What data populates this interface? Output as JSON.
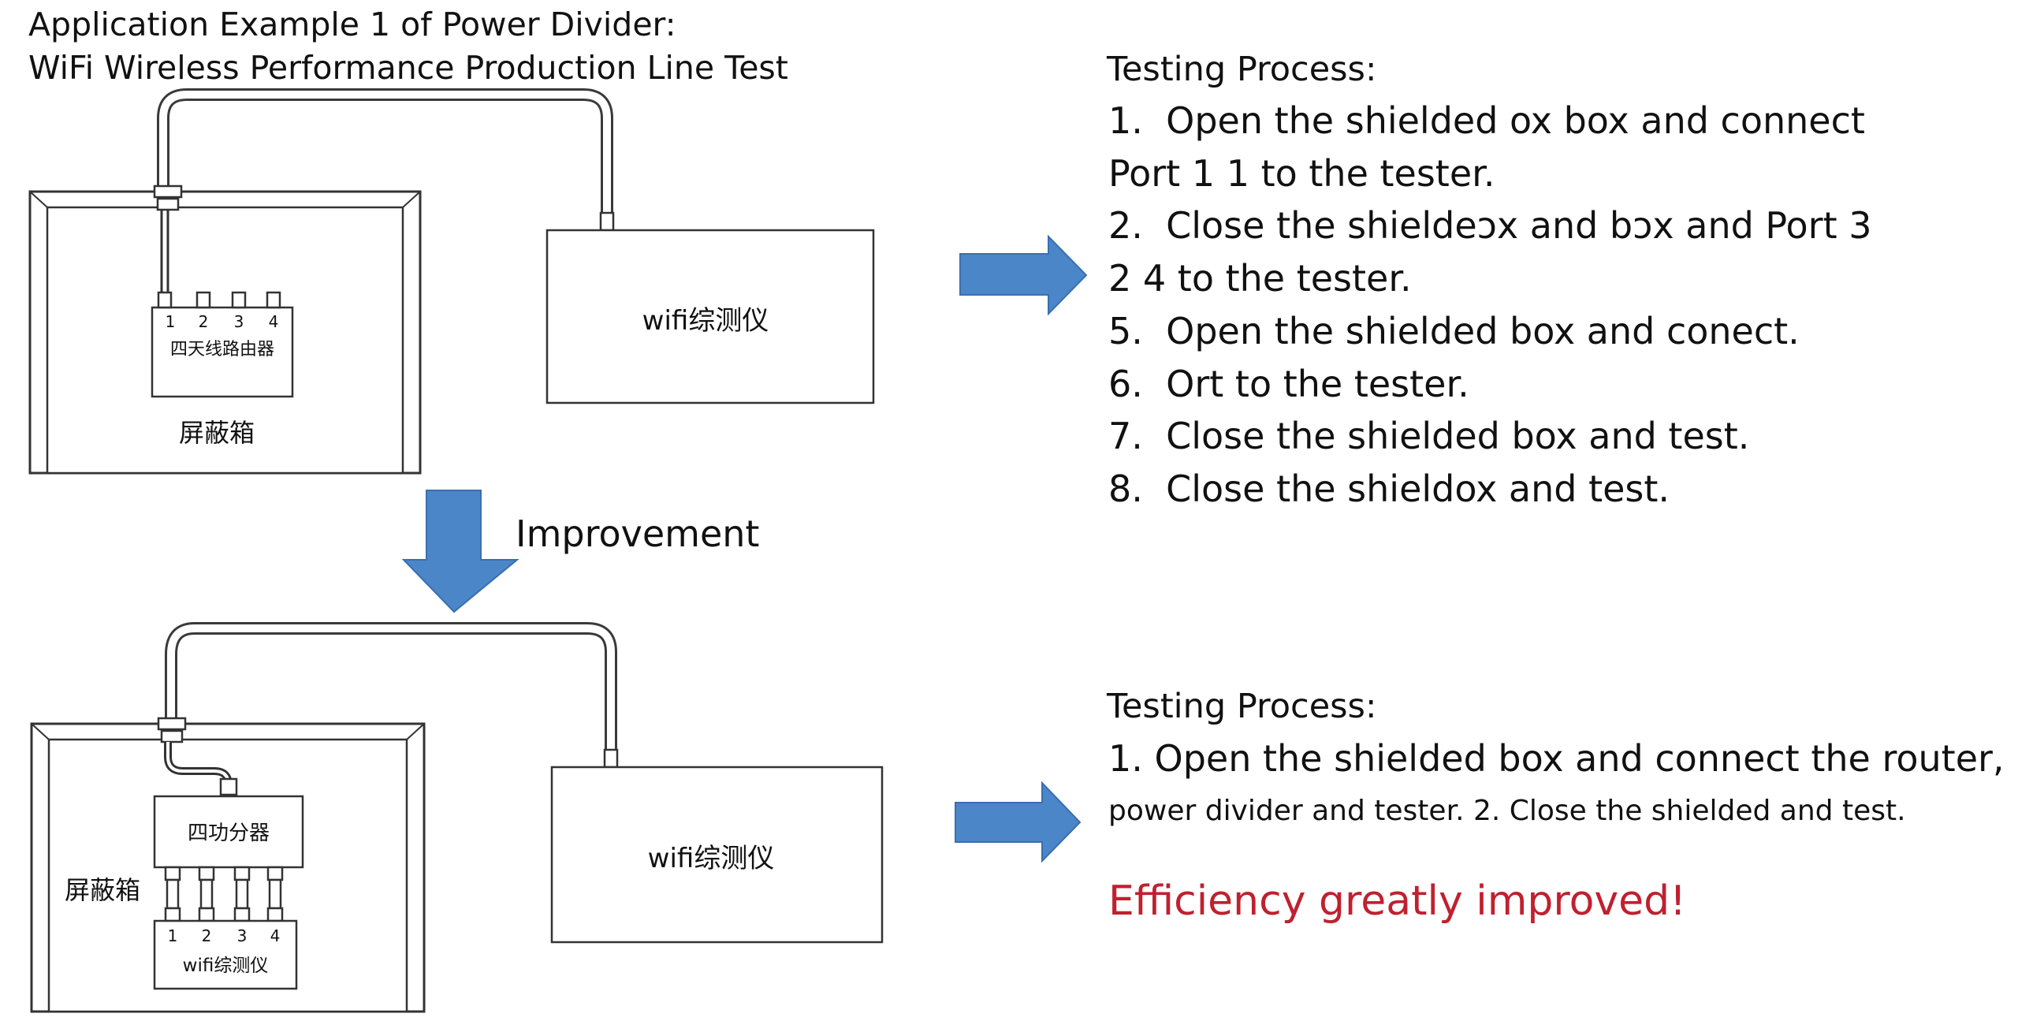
{
  "title": {
    "line1": "Application Example 1 of Power Divider:",
    "line2": "WiFi Wireless Performance Production Line Test"
  },
  "top": {
    "device_ports": [
      "1",
      "2",
      "3",
      "4"
    ],
    "device_label": "四天线路由器",
    "shield_box_label": "屏蔽箱",
    "tester_label": "wifi综测仪"
  },
  "improvement_label": "Improvement",
  "bottom": {
    "divider_label": "四功分器",
    "device_ports": [
      "1",
      "2",
      "3",
      "4"
    ],
    "device_label": "wifi综测仪",
    "shield_box_label": "屏蔽箱",
    "tester_label": "wifi综测仪"
  },
  "process_top": {
    "heading": "Testing Process:",
    "lines": [
      "1.  Open the shielded ox box and connect",
      "Port 1 1 to the tester.",
      "2.  Close the shieldeɔx and bɔx and Port 3",
      "2 4 to the tester.",
      "5.  Open the shielded box and conect.",
      "6.  Ort to the tester.",
      "7.  Close the shielded box and test.",
      "8.  Close the shieldox and test."
    ]
  },
  "process_bottom": {
    "heading": "Testing Process:",
    "line1": "1. Open the shielded box and connect the router,",
    "line2": "power divider and tester. 2. Close the shielded and test.",
    "highlight": "Efficiency greatly improved!"
  },
  "colors": {
    "arrow": "#4a86c8",
    "arrow_edge": "#3a6fb0",
    "highlight": "#c0202f",
    "line": "#3a3a3a"
  }
}
